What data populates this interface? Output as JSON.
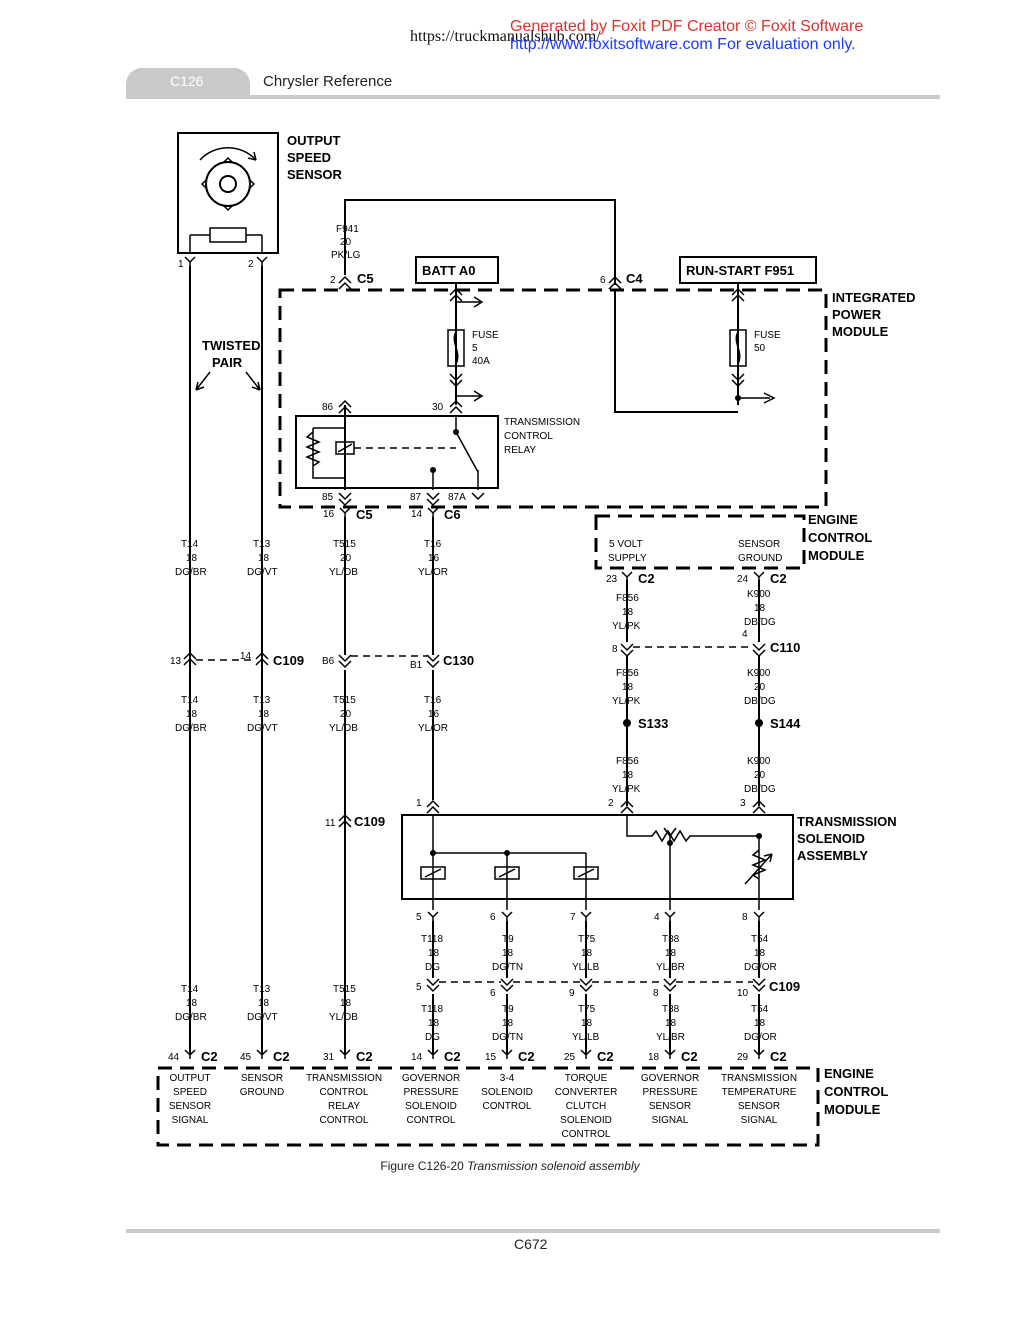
{
  "watermark": {
    "url": "https://truckmanualshub.com/",
    "generated": "Generated by Foxit PDF Creator © Foxit Software",
    "link": "http://www.foxitsoftware.com   For evaluation only."
  },
  "header": {
    "section": "C126",
    "title": "Chrysler Reference"
  },
  "diagram": {
    "components": {
      "output_speed_sensor": [
        "OUTPUT",
        "SPEED",
        "SENSOR"
      ],
      "twisted_pair": [
        "TWISTED",
        "PAIR"
      ],
      "batt": "BATT A0",
      "run_start": "RUN-START F951",
      "ipm": [
        "INTEGRATED",
        "POWER",
        "MODULE"
      ],
      "fuse1": [
        "FUSE",
        "5",
        "40A"
      ],
      "fuse2": [
        "FUSE",
        "50"
      ],
      "relay": [
        "TRANSMISSION",
        "CONTROL",
        "RELAY"
      ],
      "ecm_top": [
        "ENGINE",
        "CONTROL",
        "MODULE"
      ],
      "five_volt": [
        "5 VOLT",
        "SUPPLY"
      ],
      "sensor_ground": [
        "SENSOR",
        "GROUND"
      ],
      "tsa": [
        "TRANSMISSION",
        "SOLENOID",
        "ASSEMBLY"
      ],
      "ecm_bottom": [
        "ENGINE",
        "CONTROL",
        "MODULE"
      ]
    },
    "connectors": {
      "c5": "C5",
      "c4": "C4",
      "c6": "C6",
      "c2": "C2",
      "c109": "C109",
      "c130": "C130",
      "c110": "C110",
      "s133": "S133",
      "s144": "S144"
    },
    "pins": {
      "p1": "1",
      "p2": "2",
      "p6": "6",
      "p86": "86",
      "p30": "30",
      "p85": "85",
      "p87": "87",
      "p87a": "87A",
      "p16": "16",
      "p14": "14",
      "p23": "23",
      "p24": "24",
      "p8": "8",
      "p4": "4",
      "p13": "13",
      "p14b": "14",
      "pb6": "B6",
      "pb1": "B1",
      "p11": "11",
      "p1b": "1",
      "p2b": "2",
      "p3": "3",
      "p5": "5",
      "p6b": "6",
      "p7": "7",
      "p4b": "4",
      "p8b": "8",
      "p5b": "5",
      "p6c": "6",
      "p9": "9",
      "p8c": "8",
      "p10": "10",
      "p44": "44",
      "p45": "45",
      "p31": "31",
      "p14c": "14",
      "p15": "15",
      "p25": "25",
      "p18": "18",
      "p29": "29"
    },
    "wires": {
      "f941": [
        "F941",
        "20",
        "PK/LG"
      ],
      "t14a": [
        "T14",
        "18",
        "DG/BR"
      ],
      "t13a": [
        "T13",
        "18",
        "DG/VT"
      ],
      "t515a": [
        "T515",
        "20",
        "YL/DB"
      ],
      "t16a": [
        "T16",
        "16",
        "YL/OR"
      ],
      "f856a": [
        "F856",
        "18",
        "YL/PK"
      ],
      "k900a": [
        "K900",
        "18",
        "DB/DG"
      ],
      "t14b": [
        "T14",
        "18",
        "DG/BR"
      ],
      "t13b": [
        "T13",
        "18",
        "DG/VT"
      ],
      "t515b": [
        "T515",
        "20",
        "YL/DB"
      ],
      "t16b": [
        "T16",
        "16",
        "YL/OR"
      ],
      "f856b": [
        "F856",
        "18",
        "YL/PK"
      ],
      "k900b": [
        "K900",
        "20",
        "DB/DG"
      ],
      "f856c": [
        "F856",
        "18",
        "YL/PK"
      ],
      "k900c": [
        "K900",
        "20",
        "DB/DG"
      ],
      "t118a": [
        "T118",
        "18",
        "DG"
      ],
      "t9a": [
        "T9",
        "18",
        "DG/TN"
      ],
      "t75a": [
        "T75",
        "18",
        "YL/LB"
      ],
      "t38a": [
        "T38",
        "18",
        "YL/BR"
      ],
      "t54a": [
        "T54",
        "18",
        "DG/OR"
      ],
      "t118b": [
        "T118",
        "18",
        "DG"
      ],
      "t9b": [
        "T9",
        "18",
        "DG/TN"
      ],
      "t75b": [
        "T75",
        "18",
        "YL/LB"
      ],
      "t38b": [
        "T38",
        "18",
        "YL/BR"
      ],
      "t54b": [
        "T54",
        "18",
        "DG/OR"
      ],
      "t14c": [
        "T14",
        "18",
        "DG/BR"
      ],
      "t13c": [
        "T13",
        "18",
        "DG/VT"
      ],
      "t515c": [
        "T515",
        "18",
        "YL/DB"
      ]
    },
    "ecm_signals": {
      "s44": [
        "OUTPUT",
        "SPEED",
        "SENSOR",
        "SIGNAL"
      ],
      "s45": [
        "SENSOR",
        "GROUND"
      ],
      "s31": [
        "TRANSMISSION",
        "CONTROL",
        "RELAY",
        "CONTROL"
      ],
      "s14": [
        "GOVERNOR",
        "PRESSURE",
        "SOLENOID",
        "CONTROL"
      ],
      "s15": [
        "3-4",
        "SOLENOID",
        "CONTROL"
      ],
      "s25": [
        "TORQUE",
        "CONVERTER",
        "CLUTCH",
        "SOLENOID",
        "CONTROL"
      ],
      "s18": [
        "GOVERNOR",
        "PRESSURE",
        "SENSOR",
        "SIGNAL"
      ],
      "s29": [
        "TRANSMISSION",
        "TEMPERATURE",
        "SENSOR",
        "SIGNAL"
      ]
    }
  },
  "caption": {
    "prefix": "Figure C126-20",
    "title": "Transmission solenoid assembly"
  },
  "footer": {
    "page": "C672"
  }
}
